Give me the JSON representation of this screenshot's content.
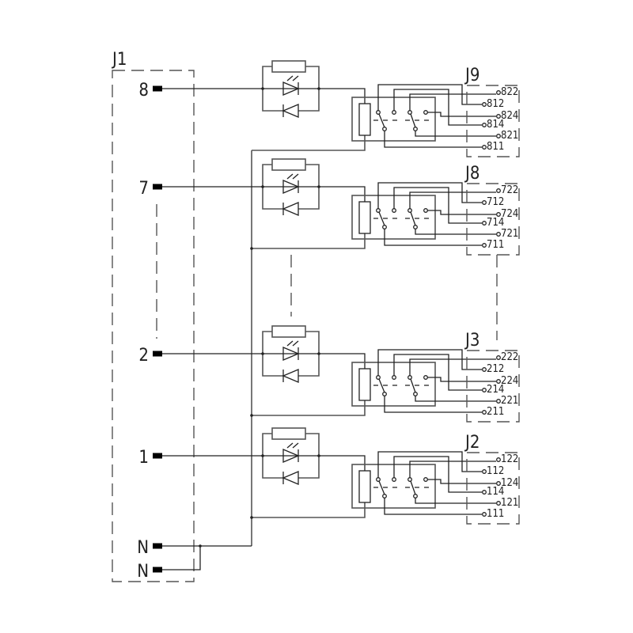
{
  "connector": {
    "label": "J1",
    "pins": [
      {
        "label": "8"
      },
      {
        "label": "7"
      },
      {
        "label": "2"
      },
      {
        "label": "1"
      },
      {
        "label": "N"
      },
      {
        "label": "N"
      }
    ]
  },
  "relays": [
    {
      "label": "J9",
      "terminals": [
        "822",
        "812",
        "824",
        "814",
        "821",
        "811"
      ]
    },
    {
      "label": "J8",
      "terminals": [
        "722",
        "712",
        "724",
        "714",
        "721",
        "711"
      ]
    },
    {
      "label": "J3",
      "terminals": [
        "222",
        "212",
        "224",
        "214",
        "221",
        "211"
      ]
    },
    {
      "label": "J2",
      "terminals": [
        "122",
        "112",
        "124",
        "114",
        "121",
        "111"
      ]
    }
  ],
  "colors": {
    "line": "#222222",
    "frame": "#555555",
    "background": "#ffffff"
  }
}
